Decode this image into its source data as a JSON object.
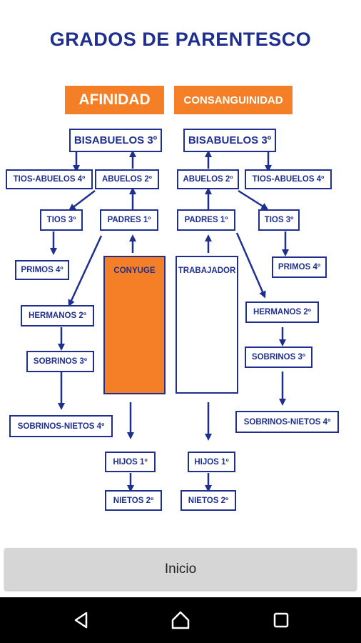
{
  "title": "GRADOS DE PARENTESCO",
  "headers": {
    "afinidad": "AFINIDAD",
    "consanguinidad": "CONSANGUINIDAD"
  },
  "left": {
    "bisabuelos": "BISABUELOS 3º",
    "tios_abuelos": "TIOS-ABUELOS 4º",
    "abuelos": "ABUELOS 2º",
    "tios": "TIOS 3º",
    "padres": "PADRES 1º",
    "primos": "PRIMOS 4º",
    "conyuge": "CONYUGE",
    "hermanos": "HERMANOS 2º",
    "sobrinos": "SOBRINOS 3º",
    "sobrinos_nietos": "SOBRINOS-NIETOS 4º",
    "hijos": "HIJOS 1º",
    "nietos": "NIETOS 2º"
  },
  "right": {
    "bisabuelos": "BISABUELOS 3º",
    "abuelos": "ABUELOS 2º",
    "tios_abuelos": "TIOS-ABUELOS 4º",
    "padres": "PADRES 1º",
    "tios": "TIOS 3º",
    "primos": "PRIMOS 4º",
    "trabajador": "TRABAJADOR",
    "hermanos": "HERMANOS 2º",
    "sobrinos": "SOBRINOS 3º",
    "sobrinos_nietos": "SOBRINOS-NIETOS 4º",
    "hijos": "HIJOS 1º",
    "nietos": "NIETOS 2º"
  },
  "button": {
    "inicio": "Inicio"
  },
  "colors": {
    "accent": "#f47f27",
    "navy": "#1f2f8f",
    "navbar": "#000000"
  },
  "nav_icons": [
    "back-icon",
    "home-icon",
    "recents-icon"
  ]
}
